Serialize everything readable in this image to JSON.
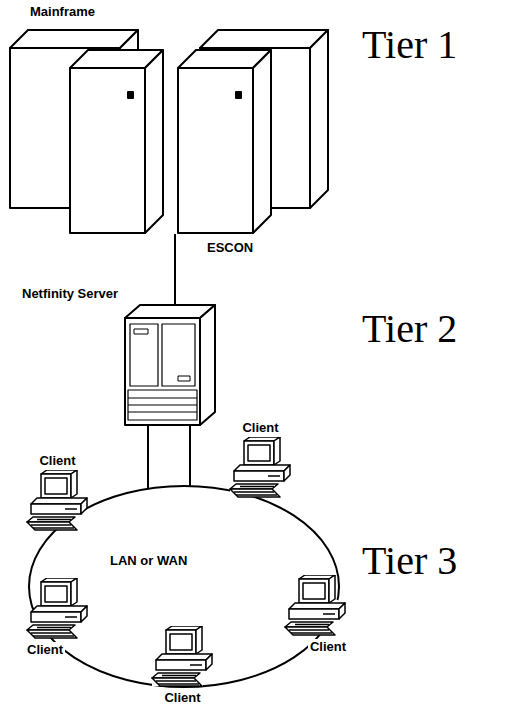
{
  "diagram": {
    "nodes": [
      {
        "text": [
          "Mainframe"
        ]
      },
      {
        "text": [
          "Netfinity Server"
        ]
      },
      {
        "text": [
          "LAN or WAN"
        ]
      },
      {
        "text": [
          "Client"
        ]
      },
      {
        "text": [
          "Client"
        ]
      },
      {
        "text": [
          "Client"
        ]
      },
      {
        "text": [
          "Client"
        ]
      },
      {
        "text": [
          "Client"
        ]
      }
    ],
    "edges": [
      {
        "from": 0,
        "to": 1,
        "label": "ESCON",
        "arrow": "none"
      },
      {
        "from": 1,
        "to": 2,
        "arrow": "none"
      }
    ],
    "labels": [
      "Tier 1",
      "Tier 2",
      "Tier 3"
    ]
  }
}
